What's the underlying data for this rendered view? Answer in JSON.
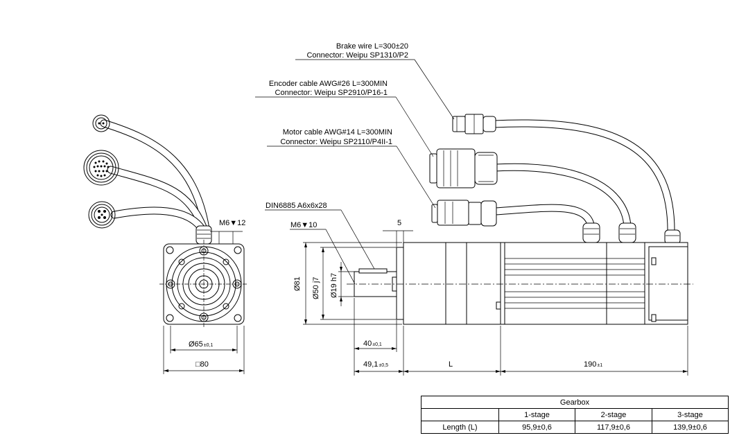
{
  "callouts": {
    "brake": {
      "line1": "Brake wire L=300±20",
      "line2": "Connector: Weipu SP1310/P2"
    },
    "encoder": {
      "line1": "Encoder cable AWG#26 L=300MIN",
      "line2": "Connector: Weipu SP2910/P16-1"
    },
    "motor": {
      "line1": "Motor cable AWG#14 L=300MIN",
      "line2": "Connector: Weipu SP2110/P4II-1"
    },
    "key": "DIN6885 A6x6x28"
  },
  "dimensions": {
    "m6_side": "M6▼12",
    "m6_front": "M6▼10",
    "offset_5": "5",
    "d81": "Ø81",
    "d50": "Ø50 j7",
    "d19": "Ø19 h7",
    "d65": "Ø65",
    "d65_tol": "±0,1",
    "sq80": "□80",
    "l40": "40",
    "l40_tol": "±0,1",
    "l49": "49,1",
    "l49_tol": "±0,5",
    "lL": "L",
    "l190": "190",
    "l190_tol": "±1"
  },
  "table": {
    "title": "Gearbox",
    "stages": [
      "1-stage",
      "2-stage",
      "3-stage"
    ],
    "row_label": "Length (L)",
    "lengths": [
      "95,9±0,6",
      "117,9±0,6",
      "139,9±0,6"
    ]
  }
}
